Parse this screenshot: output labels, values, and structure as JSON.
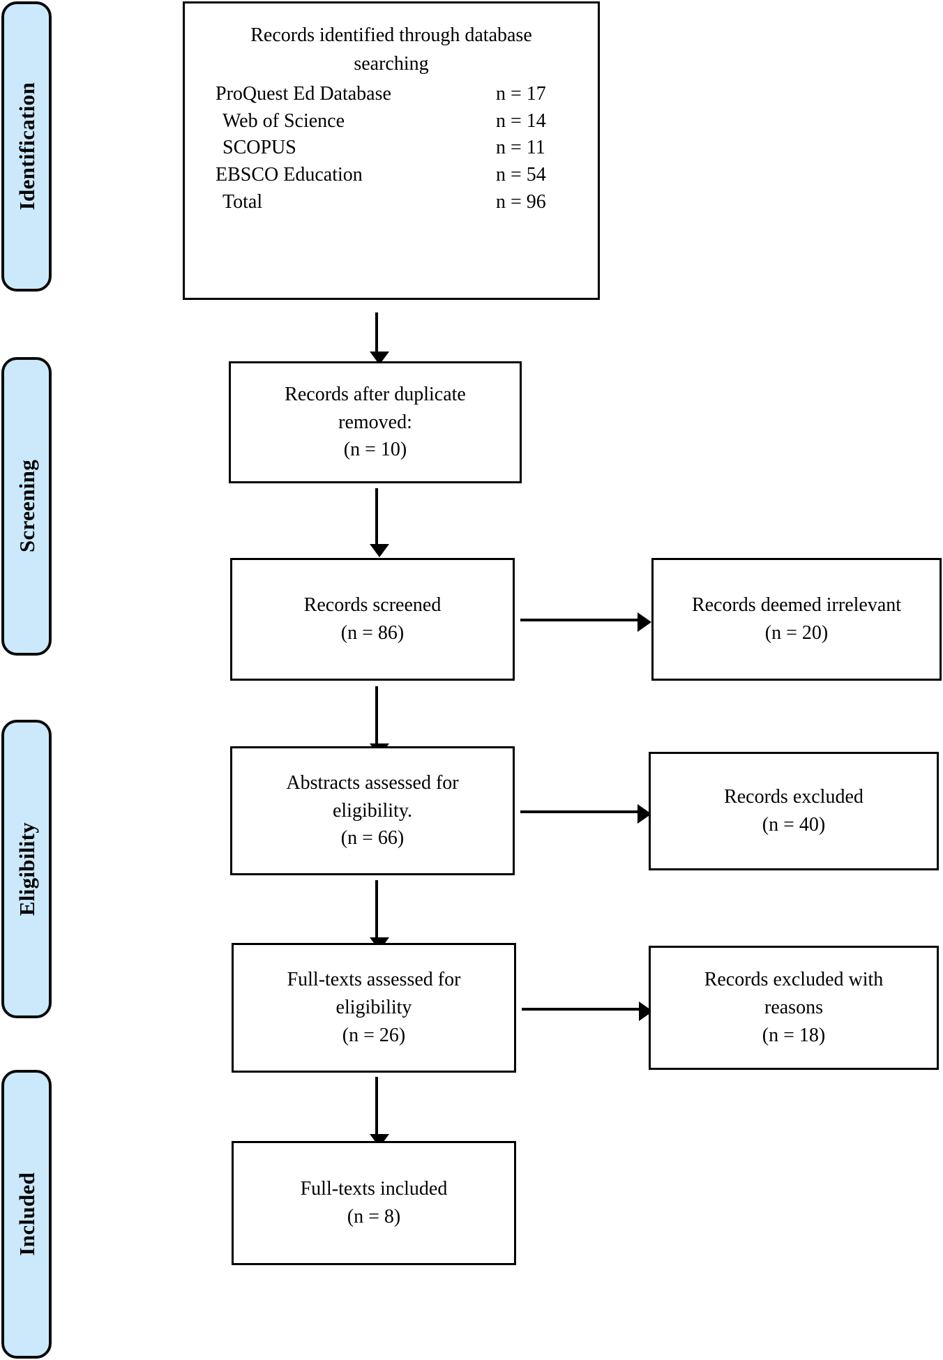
{
  "diagram": {
    "type": "prisma-flow-diagram",
    "stages": [
      {
        "id": "identification",
        "label": "Identification"
      },
      {
        "id": "screening",
        "label": "Screening"
      },
      {
        "id": "eligibility",
        "label": "Eligibility"
      },
      {
        "id": "included",
        "label": "Included"
      }
    ],
    "identification_box": {
      "title_line_1": "Records identified through database",
      "title_line_2": "searching",
      "rows": [
        {
          "source": "ProQuest Ed Database",
          "count": "n = 17"
        },
        {
          "source": "Web of Science",
          "count": "n = 14"
        },
        {
          "source": "SCOPUS",
          "count": "n = 11"
        },
        {
          "source": "EBSCO Education",
          "count": "n = 54"
        },
        {
          "source": "Total",
          "count": "n = 96"
        }
      ]
    },
    "boxes": [
      {
        "id": "duplicates-removed",
        "lines": [
          "Records after duplicate",
          "removed:",
          "(n = 10)"
        ]
      },
      {
        "id": "records-screened",
        "lines": [
          "Records screened",
          "(n = 86)"
        ]
      },
      {
        "id": "records-irrelevant",
        "lines": [
          "Records deemed irrelevant",
          "(n = 20)"
        ]
      },
      {
        "id": "abstracts-assessed",
        "lines": [
          "Abstracts assessed for",
          "eligibility.",
          "(n = 66)"
        ]
      },
      {
        "id": "records-excluded",
        "lines": [
          "Records excluded",
          "(n = 40)"
        ]
      },
      {
        "id": "fulltexts-assessed",
        "lines": [
          "Full-texts assessed for",
          "eligibility",
          "(n = 26)"
        ]
      },
      {
        "id": "records-excluded-reasons",
        "lines": [
          "Records excluded with",
          "reasons",
          "(n = 18)"
        ]
      },
      {
        "id": "fulltexts-included",
        "lines": [
          "Full-texts included",
          "(n = 8)"
        ]
      }
    ],
    "colors": {
      "stage_fill": "#cbe9fb",
      "stage_border": "#0a0a0a",
      "box_border": "#000000",
      "box_fill": "#ffffff",
      "arrow": "#000000",
      "text": "#000000"
    }
  }
}
